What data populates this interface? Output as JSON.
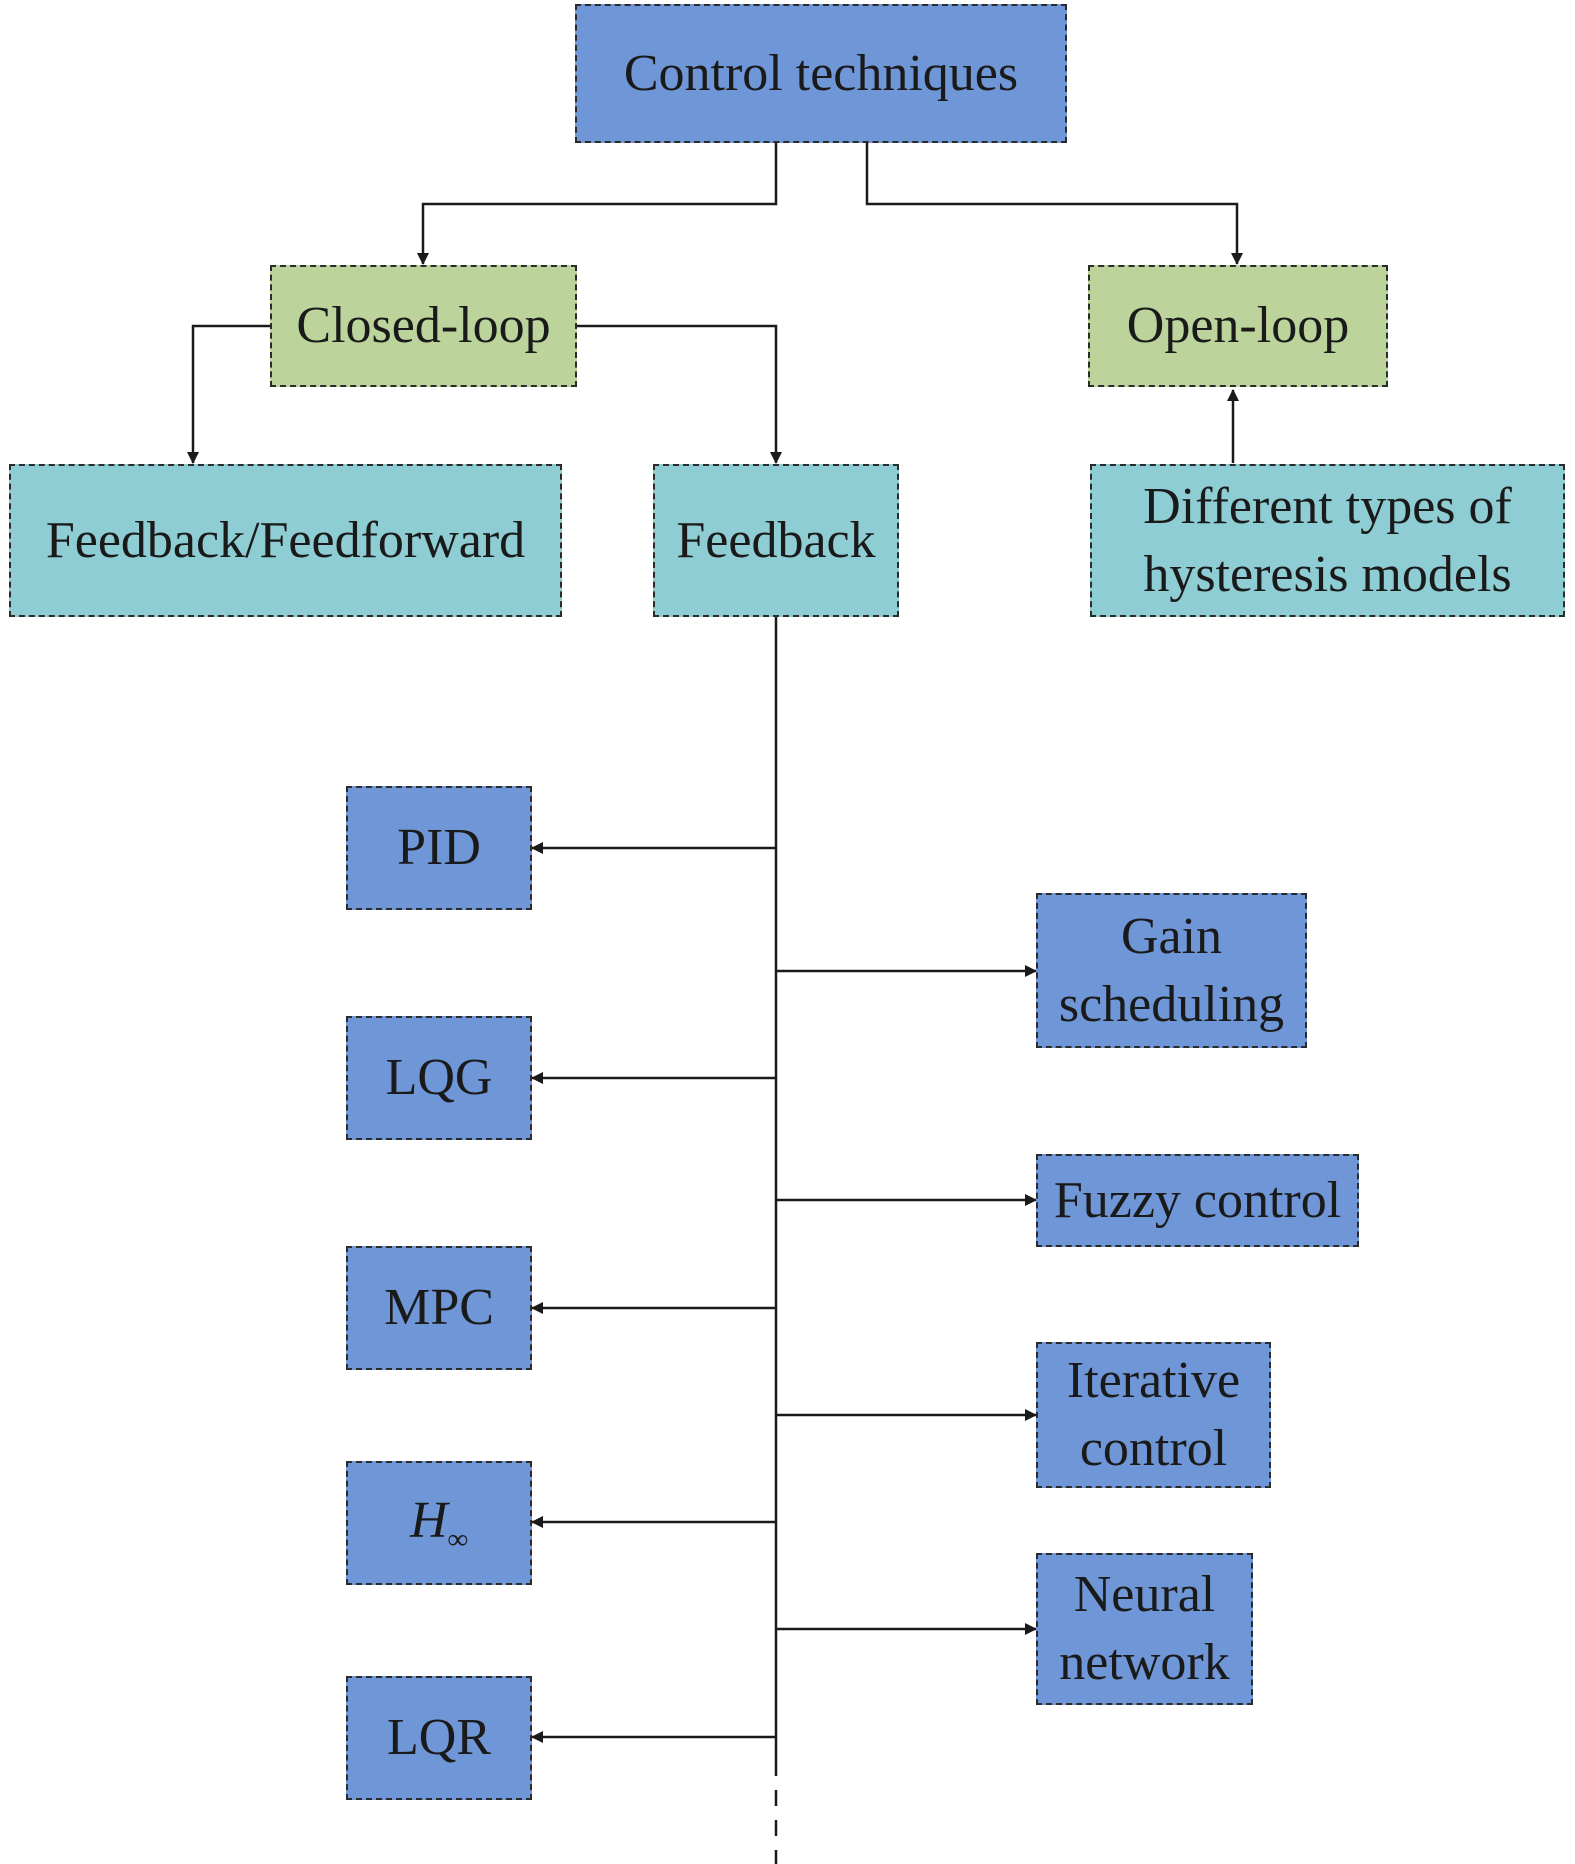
{
  "nodes": {
    "control_techniques": "Control techniques",
    "closed_loop": "Closed-loop",
    "open_loop": "Open-loop",
    "feedback_feedforward": "Feedback/Feedforward",
    "feedback": "Feedback",
    "hysteresis_line1": "Different types of",
    "hysteresis_line2": "hysteresis models",
    "pid": "PID",
    "lqg": "LQG",
    "mpc": "MPC",
    "h_inf_base": "H",
    "h_inf_sub": "∞",
    "lqr": "LQR",
    "gain_line1": "Gain",
    "gain_line2": "scheduling",
    "fuzzy": "Fuzzy control",
    "iterative_line1": "Iterative",
    "iterative_line2": "control",
    "neural_line1": "Neural",
    "neural_line2": "network"
  },
  "colors": {
    "top_level": "#6f96d6",
    "loop_type": "#bcd49c",
    "structure": "#8ecdd3",
    "method": "#6f96d6",
    "connector": "#1a1a1a"
  }
}
